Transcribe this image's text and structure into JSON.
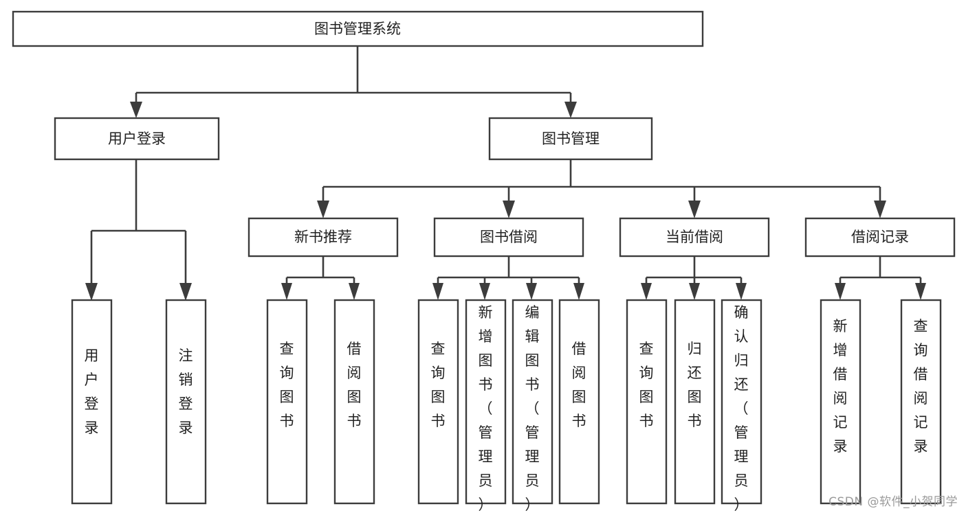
{
  "diagram": {
    "type": "tree",
    "title": "图书管理系统",
    "watermark": "CSDN @软件_小贺同学",
    "colors": {
      "box_stroke": "#3c3c3c",
      "box_fill": "#ffffff",
      "connector": "#3c3c3c",
      "text": "#222222",
      "watermark": "#9a9a9a",
      "background": "#ffffff"
    },
    "nodes": {
      "root": {
        "label": "图书管理系统"
      },
      "level2": [
        {
          "label": "用户登录"
        },
        {
          "label": "图书管理"
        }
      ],
      "level3": [
        {
          "label": "新书推荐"
        },
        {
          "label": "图书借阅"
        },
        {
          "label": "当前借阅"
        },
        {
          "label": "借阅记录"
        }
      ],
      "leaves_user_login": [
        {
          "label": "用户登录"
        },
        {
          "label": "注销登录"
        }
      ],
      "leaves_new_book": [
        {
          "label": "查询图书"
        },
        {
          "label": "借阅图书"
        }
      ],
      "leaves_borrow": [
        {
          "label": "查询图书"
        },
        {
          "label": "新增图书（管理员）"
        },
        {
          "label": "编辑图书（管理员）"
        },
        {
          "label": "借阅图书"
        }
      ],
      "leaves_current": [
        {
          "label": "查询图书"
        },
        {
          "label": "归还图书"
        },
        {
          "label": "确认归还（管理员）"
        }
      ],
      "leaves_record": [
        {
          "label": "新增借阅记录"
        },
        {
          "label": "查询借阅记录"
        }
      ]
    }
  }
}
